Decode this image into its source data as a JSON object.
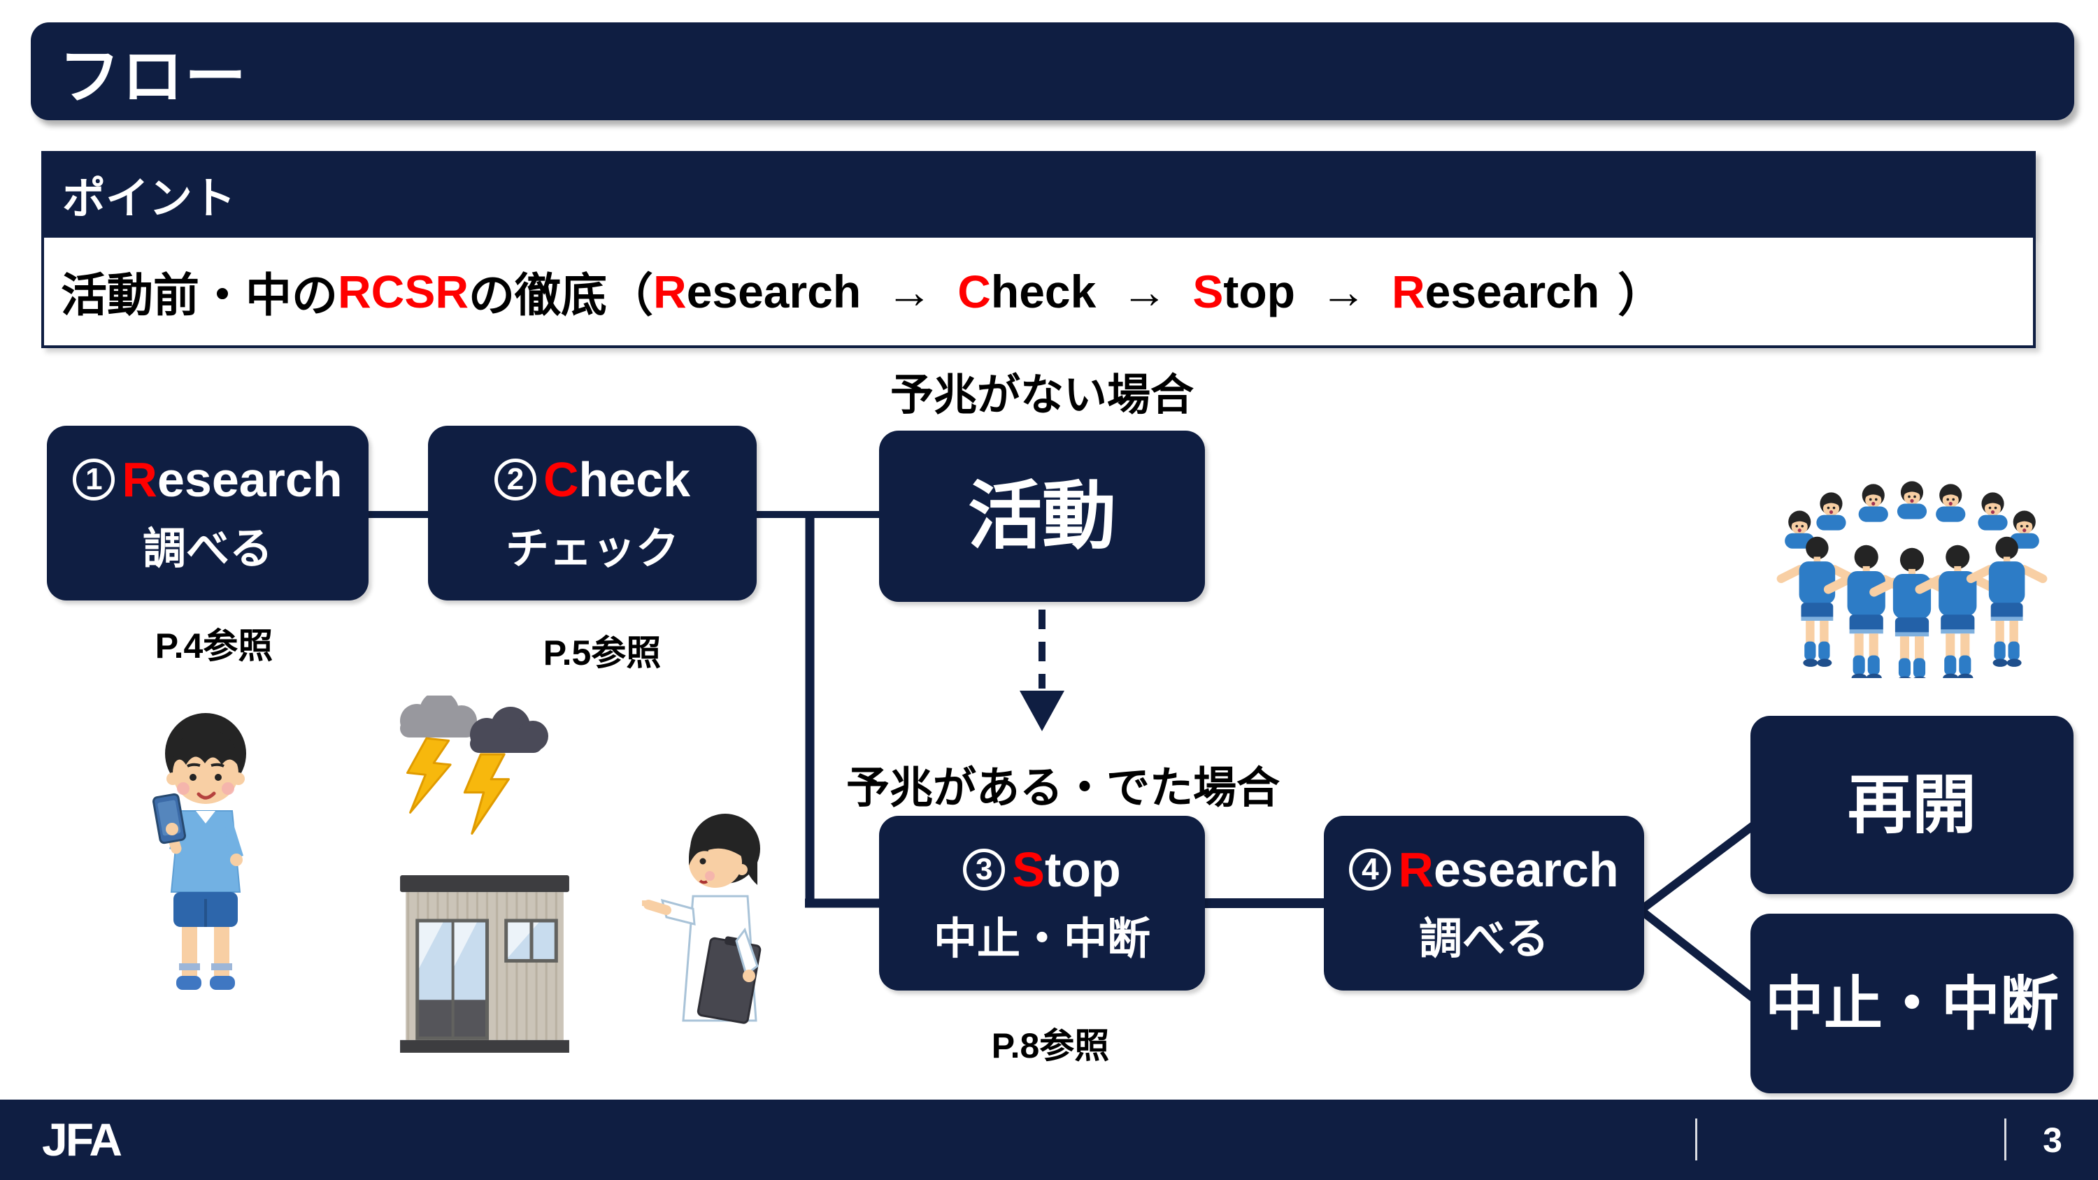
{
  "slide": {
    "title": "フロー",
    "footer": {
      "logo": "JFA",
      "page_number": "3"
    }
  },
  "point": {
    "header": "ポイント",
    "prefix": "活動前・中の",
    "highlight": "RCSR",
    "middle": "の徹底（",
    "arrow": "→",
    "suffix": "）",
    "steps": [
      {
        "first": "R",
        "rest": "esearch"
      },
      {
        "first": "C",
        "rest": "heck"
      },
      {
        "first": "S",
        "rest": "top"
      },
      {
        "first": "R",
        "rest": "esearch"
      }
    ]
  },
  "flow": {
    "labels": {
      "no_sign": "予兆がない場合",
      "sign": "予兆がある・でた場合"
    },
    "boxes": [
      {
        "number": "1",
        "first": "R",
        "rest": "esearch",
        "sub": "調べる",
        "ref": "P.4参照"
      },
      {
        "number": "2",
        "first": "C",
        "rest": "heck",
        "sub": "チェック",
        "ref": "P.5参照"
      },
      {
        "label": "活動"
      },
      {
        "number": "3",
        "first": "S",
        "rest": "top",
        "sub": "中止・中断",
        "ref": "P.8参照"
      },
      {
        "number": "4",
        "first": "R",
        "rest": "esearch",
        "sub": "調べる"
      },
      {
        "label": "再開"
      },
      {
        "label": "中止・中断"
      }
    ]
  },
  "illustrations": [
    "boy-checking-phone-illustration",
    "storm-clouds-lightning-illustration",
    "prefab-hut-illustration",
    "coach-pointing-clipboard-illustration",
    "team-huddle-illustration"
  ],
  "colors": {
    "navy": "#0f1e42",
    "red": "#ff0000",
    "text": "#000000",
    "background": "#ffffff"
  }
}
